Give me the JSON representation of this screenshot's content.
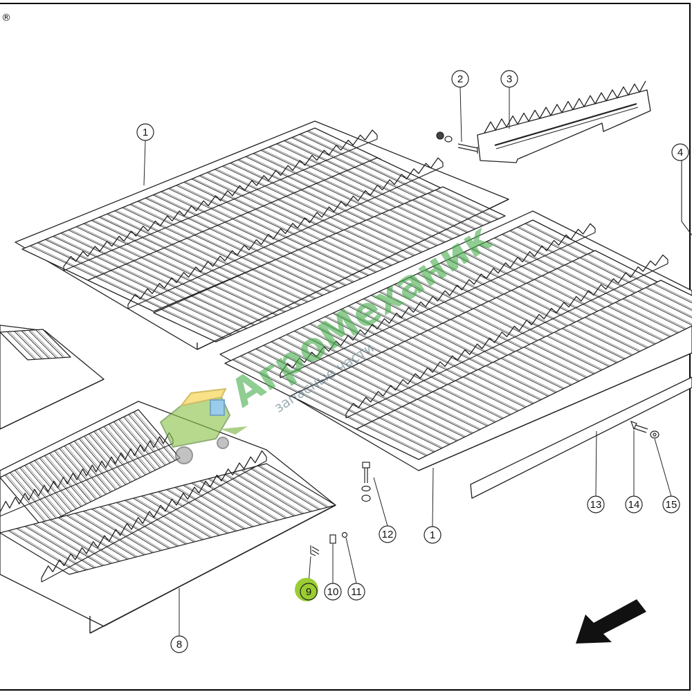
{
  "diagram": {
    "corner_mark": "®",
    "callouts": [
      "1",
      "2",
      "3",
      "4",
      "1",
      "8",
      "9",
      "10",
      "11",
      "12",
      "13",
      "14",
      "15"
    ],
    "highlighted_callout": "9",
    "highlight_color": "#9acd32"
  },
  "watermark": {
    "brand": "АгроМеханик",
    "tagline": "запасные части",
    "brand_color": "#4caf50",
    "logo": "harvester-logo-icon"
  },
  "colors": {
    "line": "#222222",
    "background": "#ffffff"
  }
}
